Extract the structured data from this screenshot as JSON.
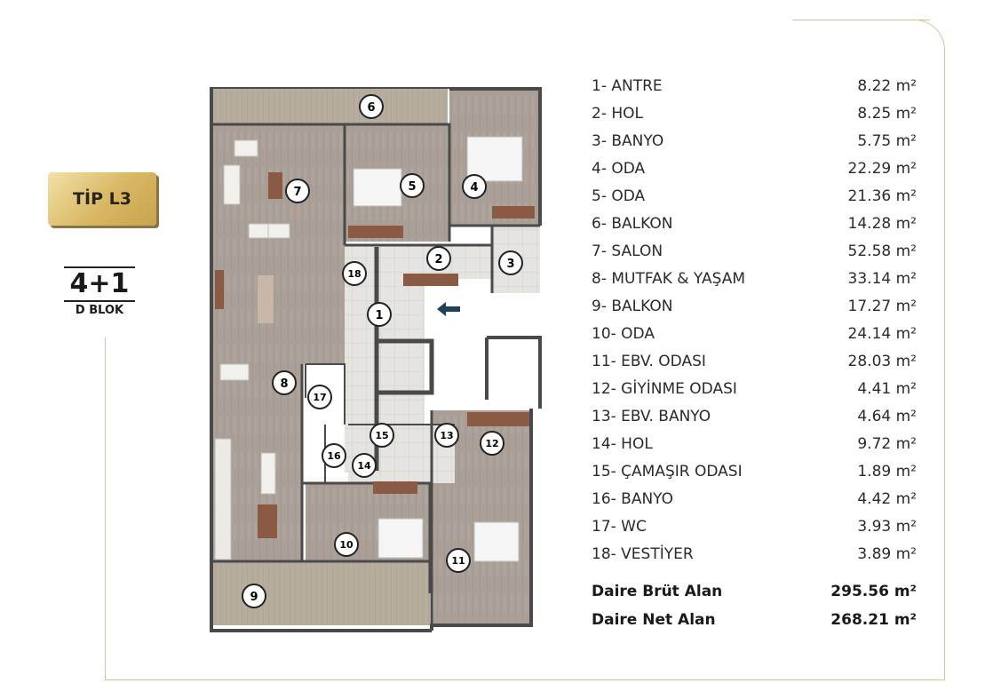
{
  "badge": {
    "label": "TİP L3"
  },
  "unit": {
    "type": "4+1",
    "block": "D BLOK"
  },
  "rooms": [
    {
      "label": "1- ANTRE",
      "value": "8.22",
      "unit": "m²",
      "marker": "1"
    },
    {
      "label": "2- HOL",
      "value": "8.25",
      "unit": "m²",
      "marker": "2"
    },
    {
      "label": "3- BANYO",
      "value": "5.75",
      "unit": "m²",
      "marker": "3"
    },
    {
      "label": "4- ODA",
      "value": "22.29",
      "unit": "m²",
      "marker": "4"
    },
    {
      "label": "5- ODA",
      "value": "21.36",
      "unit": "m²",
      "marker": "5"
    },
    {
      "label": "6- BALKON",
      "value": "14.28",
      "unit": "m²",
      "marker": "6"
    },
    {
      "label": "7- SALON",
      "value": "52.58",
      "unit": "m²",
      "marker": "7"
    },
    {
      "label": "8- MUTFAK & YAŞAM",
      "value": "33.14",
      "unit": "m²",
      "marker": "8"
    },
    {
      "label": "9- BALKON",
      "value": "17.27",
      "unit": "m²",
      "marker": "9"
    },
    {
      "label": "10- ODA",
      "value": "24.14",
      "unit": "m²",
      "marker": "10"
    },
    {
      "label": "11- EBV. ODASI",
      "value": "28.03",
      "unit": "m²",
      "marker": "11"
    },
    {
      "label": "12- GİYİNME ODASI",
      "value": "4.41",
      "unit": "m²",
      "marker": "12"
    },
    {
      "label": "13- EBV. BANYO",
      "value": "4.64",
      "unit": "m²",
      "marker": "13"
    },
    {
      "label": "14- HOL",
      "value": "9.72",
      "unit": "m²",
      "marker": "14"
    },
    {
      "label": "15- ÇAMAŞIR ODASI",
      "value": "1.89",
      "unit": "m²",
      "marker": "15"
    },
    {
      "label": "16- BANYO",
      "value": "4.42",
      "unit": "m²",
      "marker": "16"
    },
    {
      "label": "17- WC",
      "value": "3.93",
      "unit": "m²",
      "marker": "17"
    },
    {
      "label": "18- VESTİYER",
      "value": "3.89",
      "unit": "m²",
      "marker": "18"
    }
  ],
  "totals": [
    {
      "label": "Daire Brüt Alan",
      "value": "295.56",
      "unit": "m²"
    },
    {
      "label": "Daire Net Alan",
      "value": "268.21",
      "unit": "m²"
    }
  ],
  "colors": {
    "gold": "#d8b764",
    "frame": "#d8c48a",
    "wood": "#a89e95",
    "floor_tile": "#e4e2df",
    "balcony": "#b5aa9b",
    "wall": "#4a4a4a",
    "furniture": "#8a5a44"
  }
}
